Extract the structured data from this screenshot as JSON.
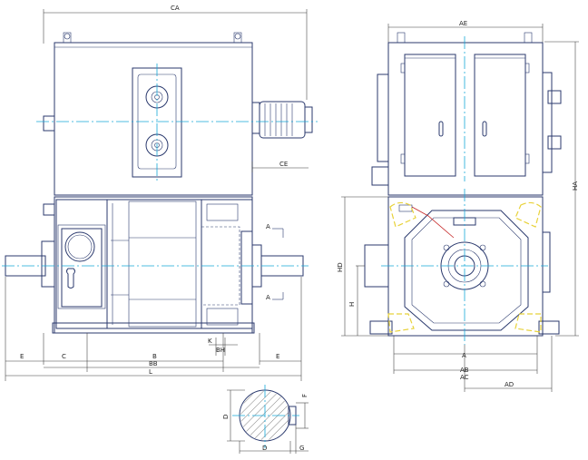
{
  "labels": {
    "CA": "CA",
    "AE": "AE",
    "HA": "HA",
    "CE": "CE",
    "HD": "HD",
    "H": "H",
    "E": "E",
    "C": "C",
    "B": "B",
    "BB": "BB",
    "L": "L",
    "BH": "BH",
    "K": "K",
    "A": "A",
    "AB": "AB",
    "AC": "AC",
    "AD": "AD",
    "D": "D",
    "F": "F",
    "G": "G",
    "section": "A"
  }
}
